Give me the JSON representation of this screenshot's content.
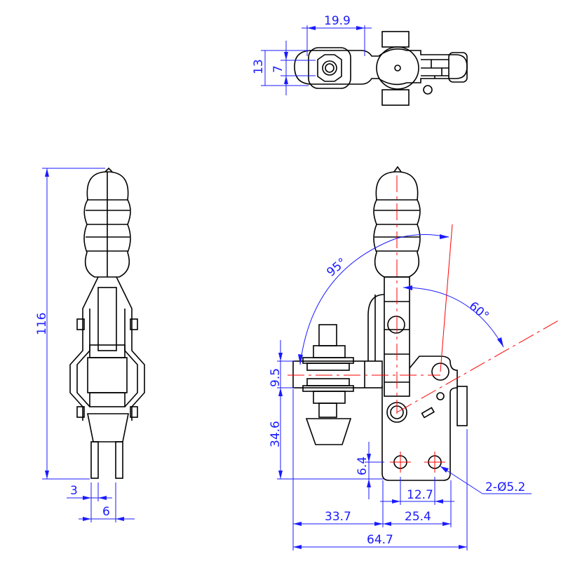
{
  "dimensions": {
    "top_width": "19.9",
    "top_height_outer": "13",
    "top_height_inner": "7",
    "overall_height": "116",
    "finger_width": "3",
    "finger_gap": "6",
    "arm_height": "9.5",
    "base_to_arm": "34.6",
    "hole_offset": "6.4",
    "hole_spacing": "12.7",
    "reach": "33.7",
    "base_width": "25.4",
    "overall_length": "64.7",
    "hole_callout": "2-Ø5.2",
    "handle_angle": "95°",
    "open_angle": "60°"
  },
  "colors": {
    "dimension": "#1a1aff",
    "centerline": "#ff0000",
    "outline": "#000000"
  }
}
